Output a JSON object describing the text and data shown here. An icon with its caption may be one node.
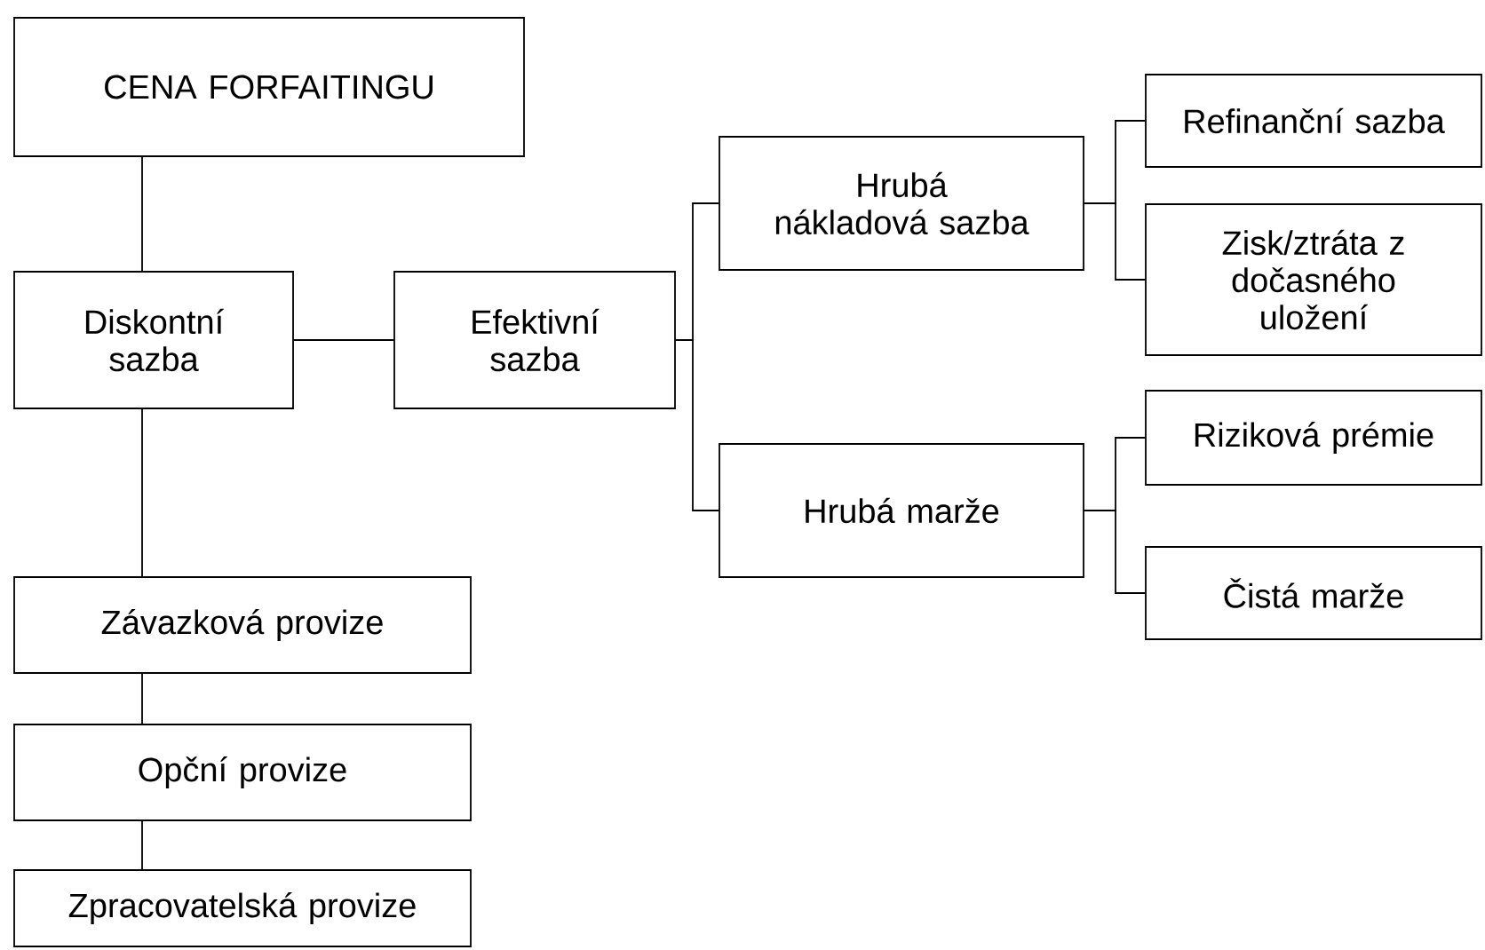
{
  "diagram": {
    "nodes": [
      {
        "text": [
          "CENA FORFAITINGU"
        ]
      },
      {
        "text": [
          "Diskontní sazba"
        ]
      },
      {
        "text": [
          "Efektivní sazba"
        ]
      },
      {
        "text": [
          "Hrubá nákladová sazba"
        ]
      },
      {
        "text": [
          "Hrubá marže"
        ]
      },
      {
        "text": [
          "Refinanční sazba"
        ]
      },
      {
        "text": [
          "Zisk/ztráta z dočasného uložení"
        ]
      },
      {
        "text": [
          "Riziková prémie"
        ]
      },
      {
        "text": [
          "Čistá marže"
        ]
      },
      {
        "text": [
          "Závazková provize"
        ]
      },
      {
        "text": [
          "Opční provize"
        ]
      },
      {
        "text": [
          "Zpracovatelská provize"
        ]
      }
    ],
    "edges": [
      {
        "from": 0,
        "to": 1,
        "arrow": "none"
      },
      {
        "from": 1,
        "to": 2,
        "arrow": "none"
      },
      {
        "from": 2,
        "to": 3,
        "arrow": "none"
      },
      {
        "from": 2,
        "to": 4,
        "arrow": "none"
      },
      {
        "from": 3,
        "to": 5,
        "arrow": "none"
      },
      {
        "from": 3,
        "to": 6,
        "arrow": "none"
      },
      {
        "from": 4,
        "to": 7,
        "arrow": "none"
      },
      {
        "from": 4,
        "to": 8,
        "arrow": "none"
      },
      {
        "from": 1,
        "to": 9,
        "arrow": "none"
      },
      {
        "from": 9,
        "to": 10,
        "arrow": "none"
      },
      {
        "from": 10,
        "to": 11,
        "arrow": "none"
      }
    ]
  }
}
